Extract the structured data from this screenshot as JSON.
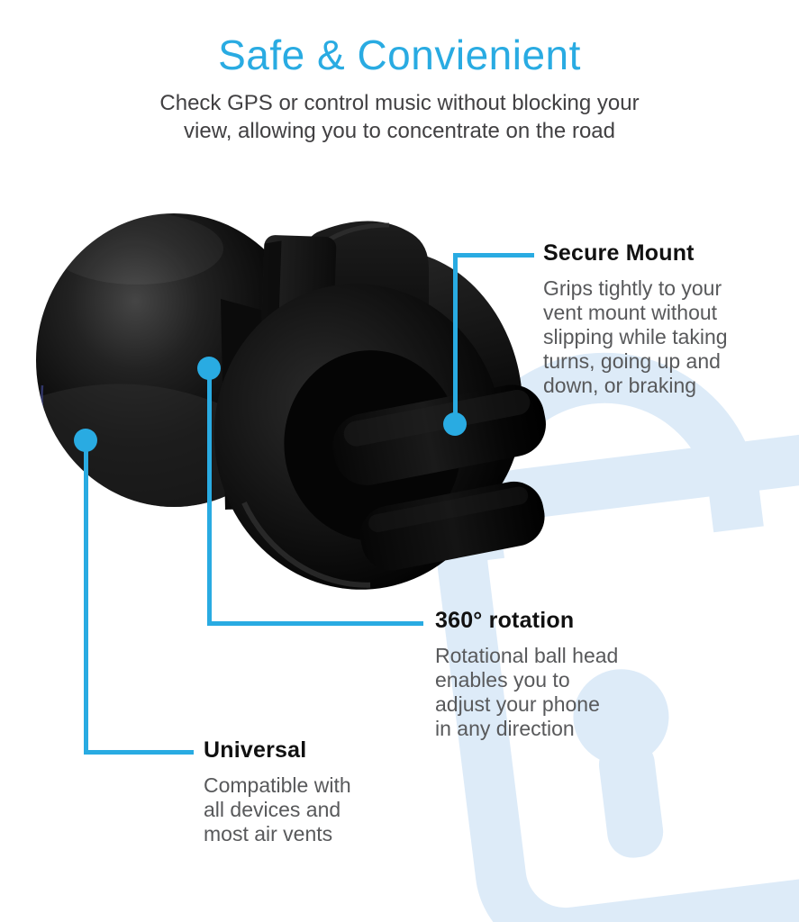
{
  "page": {
    "background": "#ffffff",
    "accent_color": "#29ABE2",
    "watermark_color": "#DDEBF8",
    "heading_color": "#111111",
    "body_text_color": "#58595B"
  },
  "header": {
    "title": "Safe & Convienient",
    "subtitle": "Check GPS or control music without blocking your\nview, allowing you to concentrate on the road"
  },
  "callouts": [
    {
      "id": "secure-mount",
      "title": "Secure Mount",
      "body": "Grips tightly to your\nvent mount without\nslipping while taking\nturns, going up and\ndown, or braking"
    },
    {
      "id": "rotation",
      "title": "360° rotation",
      "body": "Rotational ball head\nenables you to\nadjust your phone\nin any direction"
    },
    {
      "id": "universal",
      "title": "Universal",
      "body": "Compatible with\nall devices and\nmost air vents"
    }
  ]
}
